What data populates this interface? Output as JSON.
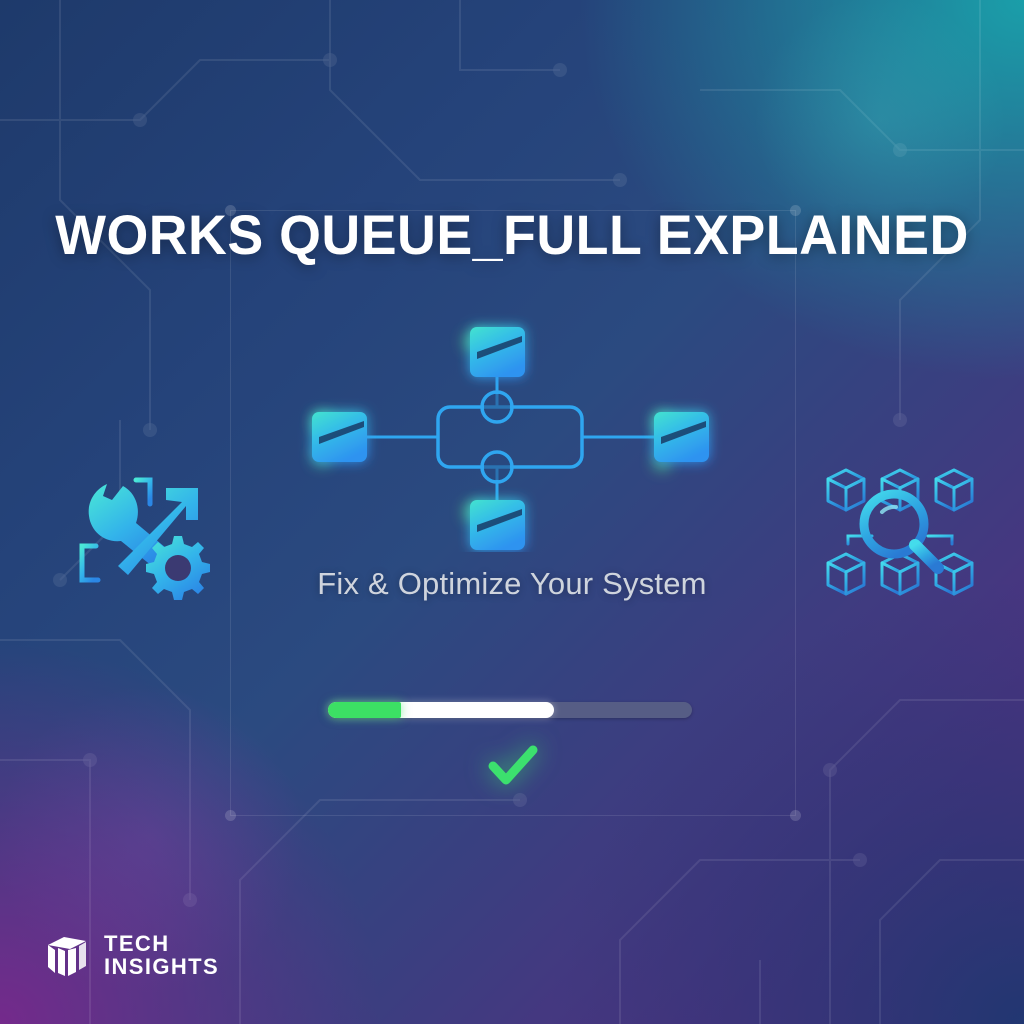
{
  "poster": {
    "title": "WORKS QUEUE_FULL EXPLAINED",
    "subtitle": "Fix & Optimize Your System",
    "background": {
      "top_left_color": "#1e3a6b",
      "top_right_color": "#1aa0aa",
      "bottom_left_color": "#6b2a82",
      "bottom_right_color": "#22376e",
      "motif": "circuit-board-traces"
    },
    "frame": {
      "style": "thin-white-outline-with-corner-dots",
      "color": "#ffffff"
    }
  },
  "diagram": {
    "name": "queue-node-network",
    "hub": {
      "shape": "rounded-rectangle",
      "stroke_color": "#29a7f0"
    },
    "connector_nodes": [
      {
        "position": "top-center",
        "shape": "circle"
      },
      {
        "position": "bottom-center",
        "shape": "circle"
      }
    ],
    "nodes": [
      {
        "position": "top",
        "icon": "document-node-icon"
      },
      {
        "position": "left",
        "icon": "document-node-icon"
      },
      {
        "position": "right",
        "icon": "document-node-icon"
      },
      {
        "position": "bottom",
        "icon": "document-node-icon"
      }
    ],
    "node_gradient_from": "#3fe0d0",
    "node_gradient_to": "#2e9bf0",
    "node_glow_color": "#5bf08a"
  },
  "icons": {
    "left": {
      "name": "wrench-gear-growth-icon",
      "meaning": "fix-and-optimize",
      "gradient_from": "#45e5d5",
      "gradient_to": "#2e8fe8"
    },
    "right": {
      "name": "cube-network-magnifier-icon",
      "meaning": "analyze-system",
      "gradient_from": "#3fd9e8",
      "gradient_to": "#2b7fd8"
    }
  },
  "progress": {
    "name": "setup-progress-bar",
    "percent": 62,
    "lead_percent": 20,
    "fill_color": "#ffffff",
    "lead_color": "#3ce064",
    "track_color": "#565d85"
  },
  "status": {
    "name": "success-check",
    "icon": "check-icon",
    "color": "#3ce06e"
  },
  "brand": {
    "line1": "TECH",
    "line2": "INSIGHTS",
    "mark": "isometric-blocks-logo",
    "color": "#ffffff"
  }
}
